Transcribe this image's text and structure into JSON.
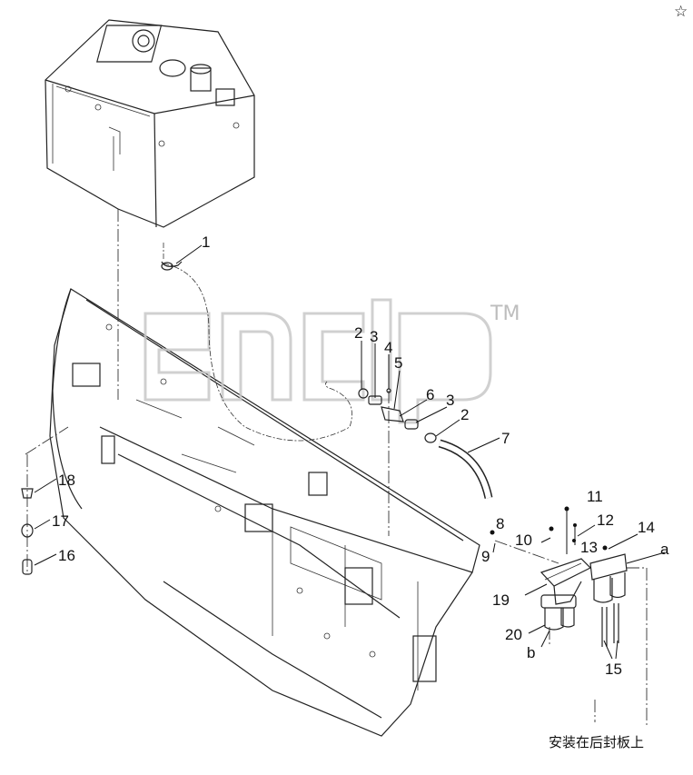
{
  "diagram": {
    "corner_mark": "☆",
    "watermark_tm": "TM",
    "note": "安装在后封板上",
    "labels": {
      "l1": "1",
      "l2a": "2",
      "l3a": "3",
      "l4": "4",
      "l5": "5",
      "l6": "6",
      "l3b": "3",
      "l2b": "2",
      "l7": "7",
      "l8": "8",
      "l9": "9",
      "l10": "10",
      "l11": "11",
      "l12": "12",
      "l13": "13",
      "l14": "14",
      "l15": "15",
      "l16": "16",
      "l17": "17",
      "l18": "18",
      "l19": "19",
      "l20": "20",
      "la": "a",
      "lb": "b"
    }
  }
}
